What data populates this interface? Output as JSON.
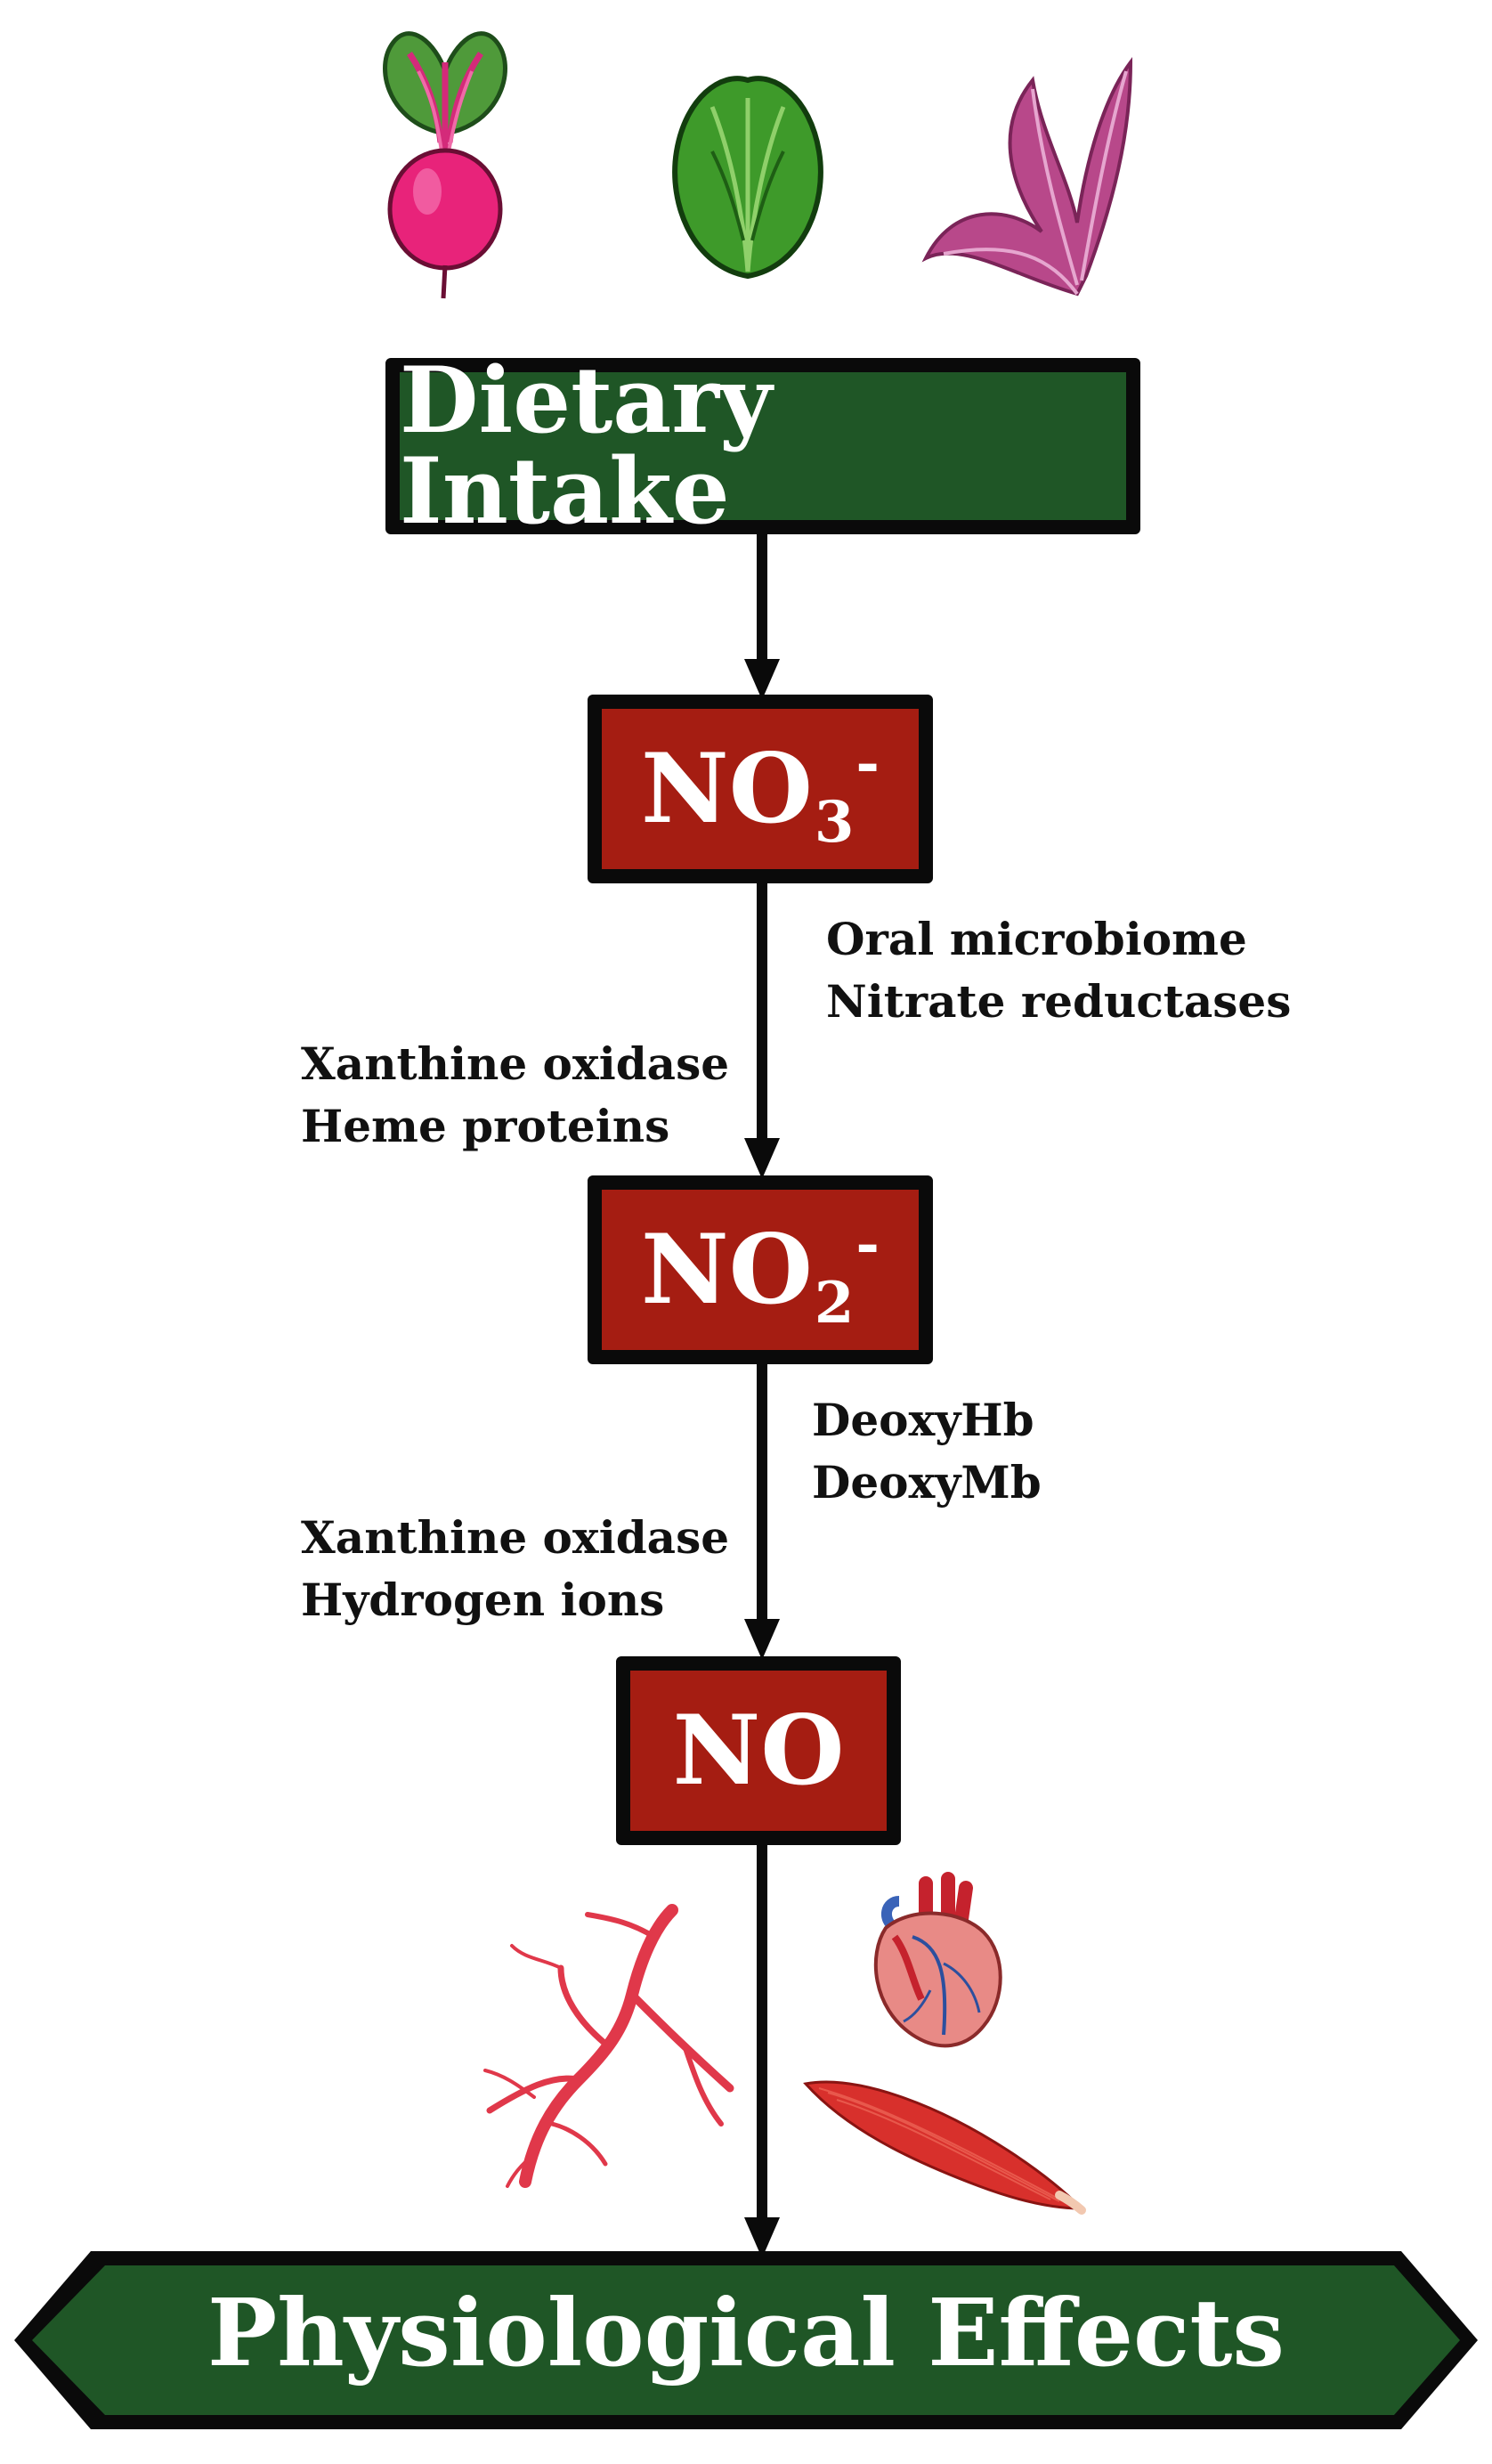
{
  "nodes": {
    "dietary_intake": "Dietary Intake",
    "nitrate": {
      "base": "NO",
      "subscript": "3",
      "superscript": "-"
    },
    "nitrite": {
      "base": "NO",
      "subscript": "2",
      "superscript": "-"
    },
    "nitric_oxide": "NO",
    "physiological_effects": "Physiological Effects"
  },
  "annotations": {
    "nitrate_to_nitrite_right": [
      "Oral microbiome",
      "Nitrate reductases"
    ],
    "nitrate_to_nitrite_left": [
      "Xanthine oxidase",
      "Heme proteins"
    ],
    "nitrite_to_no_right": [
      "DeoxyHb",
      "DeoxyMb"
    ],
    "nitrite_to_no_left": [
      "Xanthine oxidase",
      "Hydrogen ions"
    ]
  },
  "icons": {
    "top_row": [
      "beetroot-icon",
      "spinach-icon",
      "red-lettuce-icon"
    ],
    "effects_row": [
      "blood-vessel-icon",
      "heart-icon",
      "muscle-icon"
    ]
  },
  "colors": {
    "green_box": "#1f5626",
    "red_box": "#a51d12",
    "outline": "#0a0a0a",
    "beet": "#e8237a",
    "leaf_green": "#3e9a2a",
    "purple_leaf": "#b8488a",
    "vessel_red": "#e0384a",
    "muscle_red": "#d8302c"
  }
}
